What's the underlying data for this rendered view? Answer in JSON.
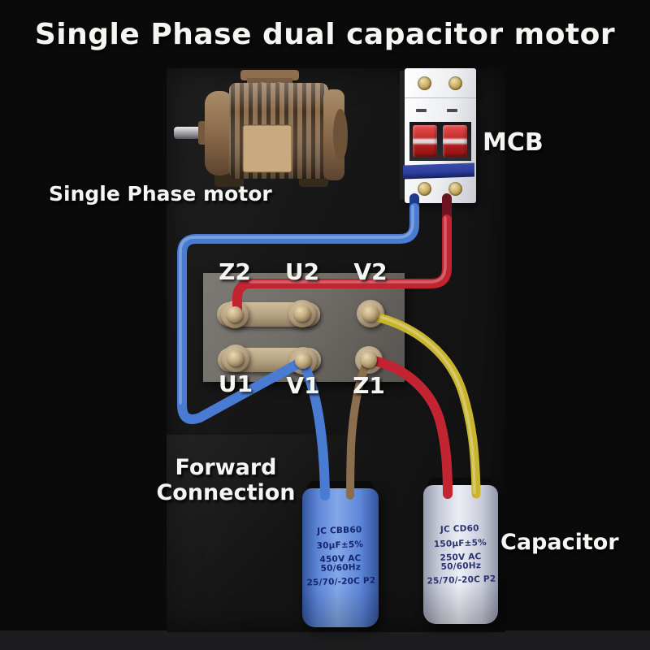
{
  "title": "Single Phase dual capacitor motor",
  "labels": {
    "motor": "Single Phase motor",
    "mcb": "MCB",
    "connection_line1": "Forward",
    "connection_line2": "Connection",
    "capacitor": "Capacitor"
  },
  "terminals": {
    "top": [
      "Z2",
      "U2",
      "V2"
    ],
    "bottom": [
      "U1",
      "V1",
      "Z1"
    ],
    "links": [
      "Z2-U2",
      "U1-V1"
    ]
  },
  "capacitors": {
    "run": {
      "lines": [
        "JC  CBB60",
        "30µF±5%",
        "450V AC  50/60Hz",
        "25/70/-20C   P2"
      ]
    },
    "start": {
      "lines": [
        "JC  CD60",
        "150µF±5%",
        "250V AC  50/60Hz",
        "25/70/-20C   P2"
      ]
    }
  },
  "wiring": {
    "mcb_left_to_V1": "blue",
    "mcb_right_to_Z2": "red",
    "V2_to_start_capacitor": "yellow",
    "Z1_to_start_capacitor": "red",
    "Z1_to_run_capacitor": "brown",
    "V1_to_run_capacitor": "blue"
  },
  "colors": {
    "wire_blue": "#4a7bd2",
    "wire_blue_dark": "#1d3a8c",
    "wire_red": "#c22531",
    "wire_red_dark": "#6e1420",
    "wire_yellow": "#c9b42e",
    "wire_brown": "#8b6e4e",
    "run_cap_body": "#5d86d8",
    "start_cap_body": "#c9ccd9",
    "mcb_toggle": "#c62f2f",
    "mcb_clip_blue": "#2c3f9e",
    "terminal_brass": "#b7a384",
    "panel_gray": "#716d68",
    "motor_brown": "#8a6a4b"
  }
}
